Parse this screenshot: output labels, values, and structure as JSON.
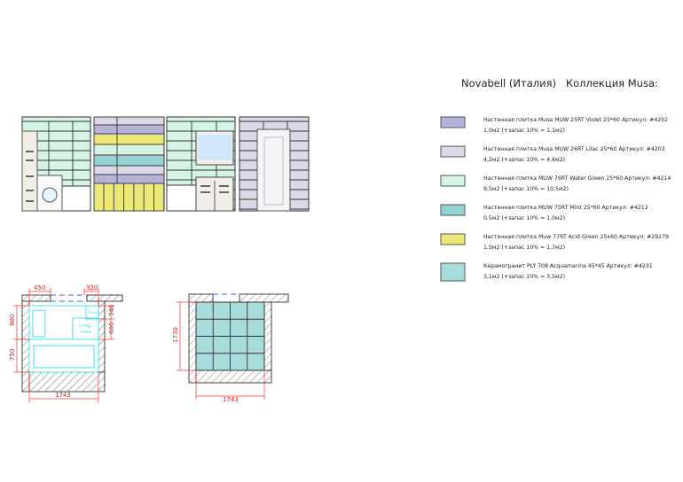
{
  "title": "Novabell (Италия)   Коллекция Musa:",
  "colors": {
    "violet": "#b4b4d8",
    "lilac": "#dcd8e8",
    "water_green": "#d4f4e4",
    "mint": "#96d2d2",
    "acid_green": "#ece878",
    "acquamarina": "#a6dcdc",
    "dimension": "#ff3030",
    "fixture": "#40e0e8"
  },
  "legend": [
    {
      "name": "Настенная плитка Musa   MUW 25RT Violet 25*60  Артикул: #4202",
      "qty": "1,0м2  (+запас 10% = 1,1м2)",
      "color": "violet"
    },
    {
      "name": "Настенная плитка Musa   MUW 26RT Lilac 25*60  Артикул: #4203",
      "qty": "4,2м2  (+запас 10% = 4,6м2)",
      "color": "lilac"
    },
    {
      "name": "Настенная плитка MUW  76RT Water Green 25*60  Артикул: #4214",
      "qty": "9,5м2  (+запас 10% = 10,5м2)",
      "color": "water_green"
    },
    {
      "name": "Настенная плитка MUW  75RT Mint 25*60  Артикул: #4212",
      "qty": "0,5м2  (+запас 10% = 1,0м2)",
      "color": "mint"
    },
    {
      "name": "Настенная плитка Muw  77RT Acid Green 25х60  Артикул: #29279",
      "qty": "1,5м2  (+запас 10% = 1,7м2)",
      "color": "acid_green"
    },
    {
      "name": "Керамогранит PLY 708  Acquamarina 45*45  Артикул: #4231",
      "qty": "3,1м2  (+запас 10% = 3,5м2)",
      "color": "acquamarina"
    }
  ],
  "plan1": {
    "dim_top_left": "450",
    "dim_top_right": "320",
    "dim_left_upper": "900",
    "dim_left_lower": "750",
    "dim_right_upper": "348",
    "dim_right_lower": "600",
    "dim_bottom": "1743",
    "label_small": "Пенал",
    "label_machine_1": "Стир.",
    "label_machine_2": "маш."
  },
  "plan2": {
    "dim_left": "1730",
    "dim_bottom": "1743"
  }
}
